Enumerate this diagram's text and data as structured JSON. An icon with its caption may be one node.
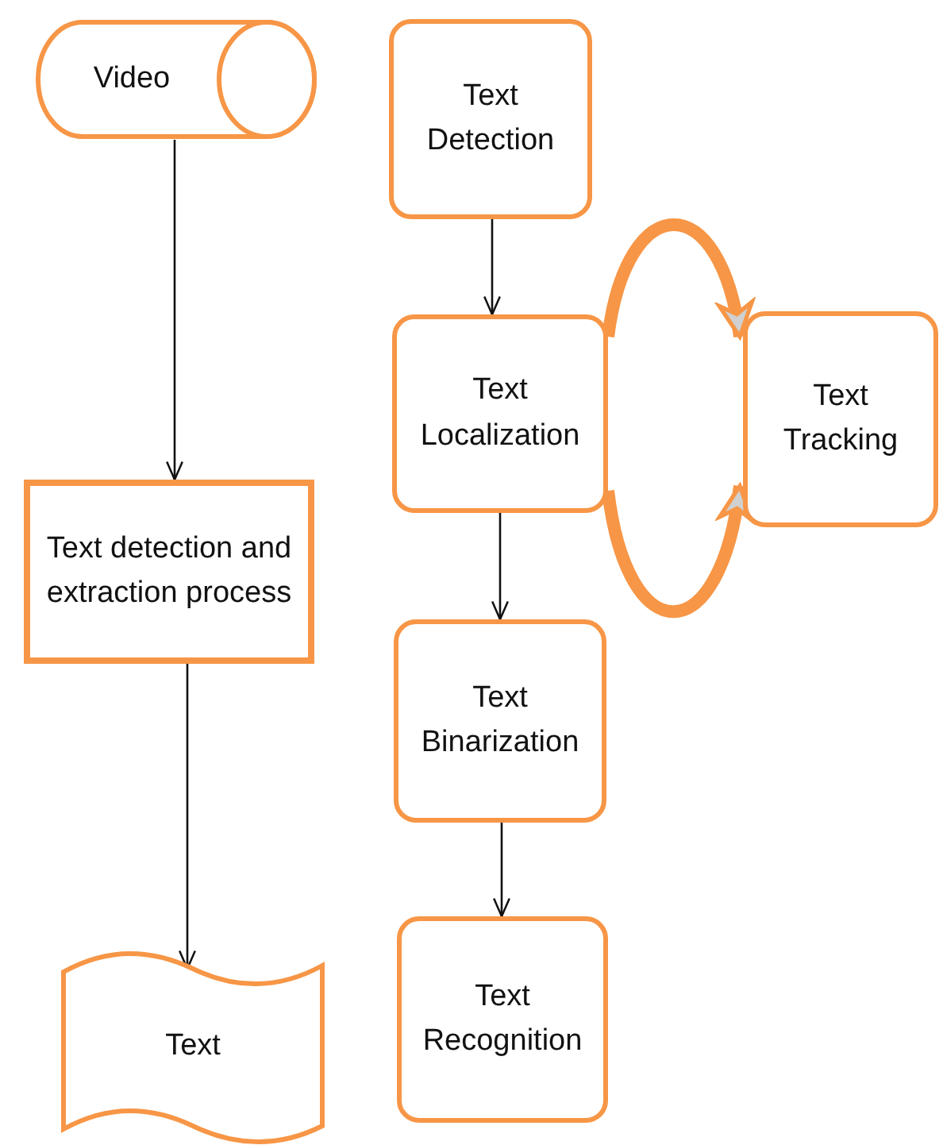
{
  "diagram": {
    "nodes": [
      {
        "text": [
          "Video"
        ]
      },
      {
        "text": [
          "Text detection and extraction process"
        ]
      },
      {
        "text": [
          "Text"
        ]
      },
      {
        "text": [
          "Text Detection"
        ]
      },
      {
        "text": [
          "Text Localization"
        ]
      },
      {
        "text": [
          "Text Tracking"
        ]
      },
      {
        "text": [
          "Text Binarization"
        ]
      },
      {
        "text": [
          "Text Recognition"
        ]
      }
    ],
    "edges": [
      {
        "from": 0,
        "to": 1,
        "arrow": "to"
      },
      {
        "from": 1,
        "to": 2,
        "arrow": "to"
      },
      {
        "from": 3,
        "to": 4,
        "arrow": "to"
      },
      {
        "from": 4,
        "to": 6,
        "arrow": "to"
      },
      {
        "from": 6,
        "to": 7,
        "arrow": "to"
      },
      {
        "from": 4,
        "to": 5,
        "arrow": "to",
        "style": "thick",
        "color": "#f79646"
      },
      {
        "from": 4,
        "to": 5,
        "arrow": "to",
        "style": "thick",
        "color": "#f79646"
      }
    ]
  }
}
